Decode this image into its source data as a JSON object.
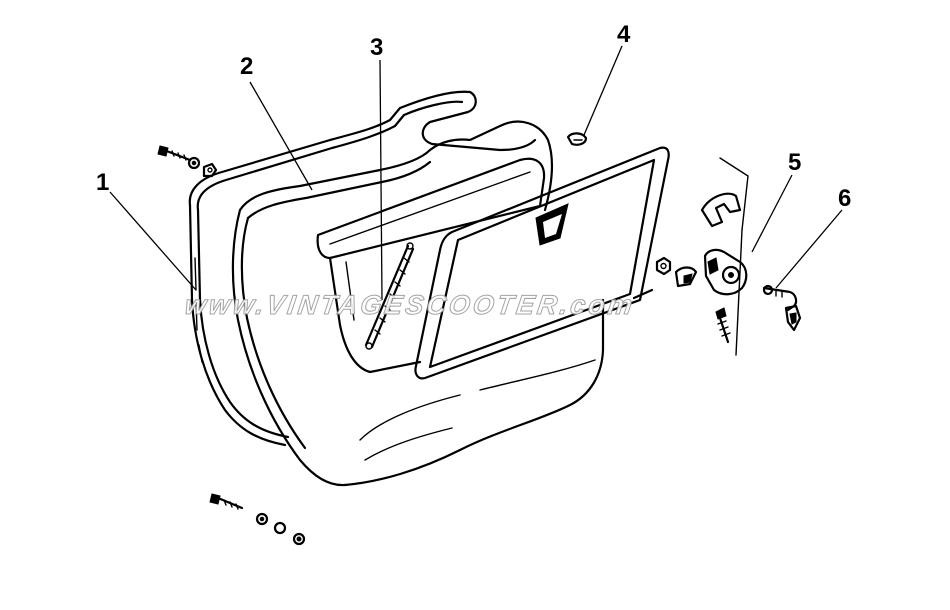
{
  "diagram": {
    "callouts": [
      {
        "id": "1",
        "label": "1"
      },
      {
        "id": "2",
        "label": "2"
      },
      {
        "id": "3",
        "label": "3"
      },
      {
        "id": "4",
        "label": "4"
      },
      {
        "id": "5",
        "label": "5"
      },
      {
        "id": "6",
        "label": "6"
      }
    ],
    "watermark": "www.VINTAGESCOOTER.com",
    "colors": {
      "ink": "#000000",
      "background": "#ffffff",
      "watermark_outline": "#9a9a9a"
    }
  }
}
